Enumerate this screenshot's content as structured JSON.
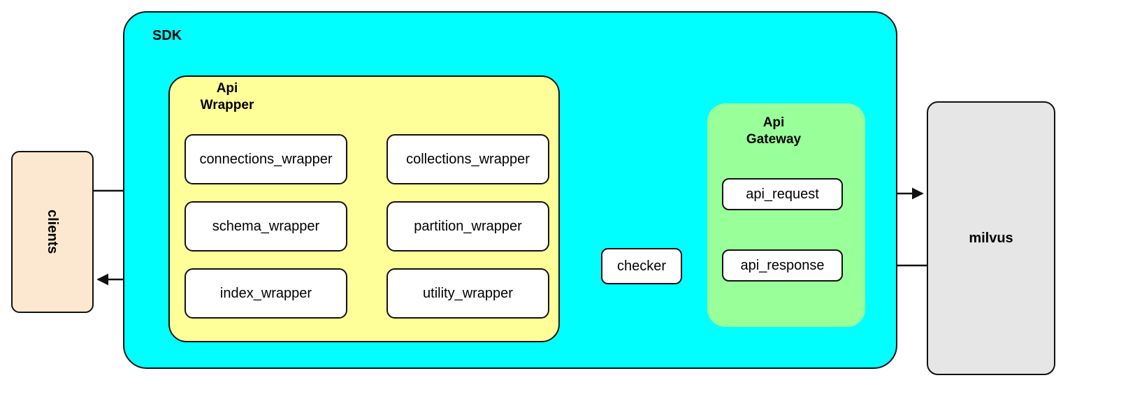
{
  "diagram": {
    "title_nodes": {
      "clients": "clients",
      "sdk": "SDK",
      "api_wrapper": "Api\nWrapper",
      "api_wrapper_line1": "Api",
      "api_wrapper_line2": "Wrapper",
      "api_gateway_line1": "Api",
      "api_gateway_line2": "Gateway",
      "checker": "checker",
      "milvus": "milvus"
    },
    "wrapper_modules": [
      {
        "id": "connections_wrapper",
        "label": "connections_wrapper",
        "col": 0,
        "row": 0
      },
      {
        "id": "collections_wrapper",
        "label": "collections_wrapper",
        "col": 1,
        "row": 0
      },
      {
        "id": "schema_wrapper",
        "label": "schema_wrapper",
        "col": 0,
        "row": 1
      },
      {
        "id": "partition_wrapper",
        "label": "partition_wrapper",
        "col": 1,
        "row": 1
      },
      {
        "id": "index_wrapper",
        "label": "index_wrapper",
        "col": 0,
        "row": 2
      },
      {
        "id": "utility_wrapper",
        "label": "utility_wrapper",
        "col": 1,
        "row": 2
      }
    ],
    "gateway_modules": [
      {
        "id": "api_request",
        "label": "api_request"
      },
      {
        "id": "api_response",
        "label": "api_response"
      }
    ],
    "edges": [
      {
        "id": "clients-to-sdk",
        "from": "clients",
        "to": "api_wrapper",
        "direction": "right"
      },
      {
        "id": "wrapper-to-gateway",
        "from": "api_wrapper",
        "to": "api_request",
        "direction": "right"
      },
      {
        "id": "request-to-milvus",
        "from": "api_request",
        "to": "milvus",
        "direction": "right"
      },
      {
        "id": "milvus-to-response",
        "from": "milvus",
        "to": "api_response",
        "direction": "left"
      },
      {
        "id": "response-to-checker",
        "from": "api_response",
        "to": "checker",
        "direction": "left"
      },
      {
        "id": "checker-to-wrapper",
        "from": "checker",
        "to": "api_wrapper",
        "direction": "left"
      },
      {
        "id": "sdk-to-clients",
        "from": "api_wrapper",
        "to": "clients",
        "direction": "left"
      }
    ],
    "colors": {
      "sdk_fill": "#00ffff",
      "api_wrapper_fill": "#ffff99",
      "api_gateway_fill": "#99ff99",
      "clients_fill": "#fce8d0",
      "milvus_fill": "#e6e6e6",
      "box_fill": "#ffffff",
      "stroke": "#111111",
      "background": "#ffffff"
    }
  }
}
